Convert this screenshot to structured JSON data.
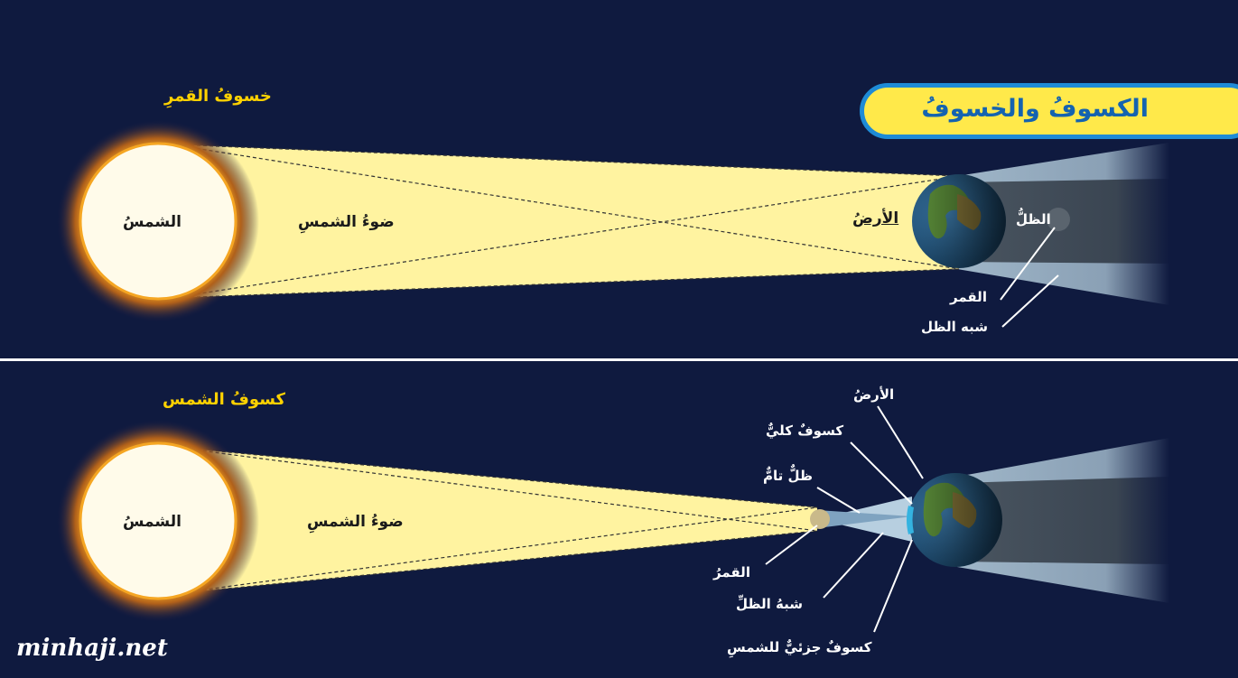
{
  "lunar": {
    "title": "خسوفُ القمرِ",
    "sun": "الشمسُ",
    "sunlight": "ضوءُ الشمسِ",
    "earth": "الأرضُ",
    "umbra": "الظلُّ",
    "moon": "القمر",
    "penumbra": "شبه الظل"
  },
  "solar": {
    "title": "كسوفُ الشمس",
    "sun": "الشمسُ",
    "sunlight": "ضوءُ الشمسِ",
    "earth": "الأرضُ",
    "total_eclipse": "كسوفٌ كليٌّ",
    "umbra": "ظلٌّ تامٌّ",
    "moon": "القمرُ",
    "penumbra": "شبهُ الظلِّ",
    "partial_eclipse": "كسوفٌ جزئيٌّ للشمسِ"
  },
  "banner": {
    "title": "الكسوفُ والخسوفُ"
  },
  "watermark": "minhaji.net",
  "colors": {
    "background": "#0f1a3f",
    "sunlight": "#fff3a0",
    "sun_glow": "#f5a623",
    "label_gold": "#ffd200",
    "banner_fill": "#ffe94a",
    "banner_border": "#1e8bd6",
    "banner_text": "#1463b0"
  }
}
